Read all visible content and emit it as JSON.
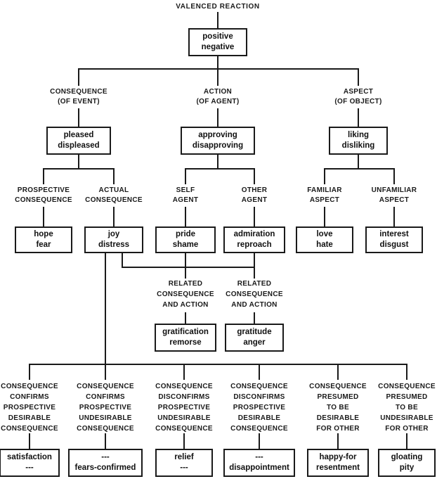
{
  "figure": {
    "root_label": "VALENCED REACTION",
    "colors": {
      "line": "#1a1a1a",
      "background": "#ffffff",
      "text": "#1a1a1a"
    },
    "labels": [
      {
        "id": "consequence-of-event",
        "lines": [
          "CONSEQUENCE",
          "(OF EVENT)"
        ]
      },
      {
        "id": "action-of-agent",
        "lines": [
          "ACTION",
          "(OF AGENT)"
        ]
      },
      {
        "id": "aspect-of-object",
        "lines": [
          "ASPECT",
          "(OF OBJECT)"
        ]
      },
      {
        "id": "prospective-consequence",
        "lines": [
          "PROSPECTIVE",
          "CONSEQUENCE"
        ]
      },
      {
        "id": "actual-consequence",
        "lines": [
          "ACTUAL",
          "CONSEQUENCE"
        ]
      },
      {
        "id": "self-agent",
        "lines": [
          "SELF",
          "AGENT"
        ]
      },
      {
        "id": "other-agent",
        "lines": [
          "OTHER",
          "AGENT"
        ]
      },
      {
        "id": "familiar-aspect",
        "lines": [
          "FAMILIAR",
          "ASPECT"
        ]
      },
      {
        "id": "unfamiliar-aspect",
        "lines": [
          "UNFAMILIAR",
          "ASPECT"
        ]
      },
      {
        "id": "related-consequence-action-self",
        "lines": [
          "RELATED",
          "CONSEQUENCE",
          "AND ACTION"
        ]
      },
      {
        "id": "related-consequence-action-other",
        "lines": [
          "RELATED",
          "CONSEQUENCE",
          "AND ACTION"
        ]
      },
      {
        "id": "confirms-desirable",
        "lines": [
          "CONSEQUENCE",
          "CONFIRMS",
          "PROSPECTIVE",
          "DESIRABLE",
          "CONSEQUENCE"
        ]
      },
      {
        "id": "confirms-undesirable",
        "lines": [
          "CONSEQUENCE",
          "CONFIRMS",
          "PROSPECTIVE",
          "UNDESIRABLE",
          "CONSEQUENCE"
        ]
      },
      {
        "id": "disconfirms-undesirable",
        "lines": [
          "CONSEQUENCE",
          "DISCONFIRMS",
          "PROSPECTIVE",
          "UNDESIRABLE",
          "CONSEQUENCE"
        ]
      },
      {
        "id": "disconfirms-desirable",
        "lines": [
          "CONSEQUENCE",
          "DISCONFIRMS",
          "PROSPECTIVE",
          "DESIRABLE",
          "CONSEQUENCE"
        ]
      },
      {
        "id": "presumed-desirable-for-other",
        "lines": [
          "CONSEQUENCE",
          "PRESUMED",
          "TO BE",
          "DESIRABLE",
          "FOR OTHER"
        ]
      },
      {
        "id": "presumed-undesirable-for-other",
        "lines": [
          "CONSEQUENCE",
          "PRESUMED",
          "TO BE",
          "UNDESIRABLE",
          "FOR OTHER"
        ]
      }
    ],
    "boxes": [
      {
        "id": "positive-negative",
        "lines": [
          "positive",
          "negative"
        ]
      },
      {
        "id": "pleased-displeased",
        "lines": [
          "pleased",
          "displeased"
        ]
      },
      {
        "id": "approving-disapproving",
        "lines": [
          "approving",
          "disapproving"
        ]
      },
      {
        "id": "liking-disliking",
        "lines": [
          "liking",
          "disliking"
        ]
      },
      {
        "id": "hope-fear",
        "lines": [
          "hope",
          "fear"
        ]
      },
      {
        "id": "joy-distress",
        "lines": [
          "joy",
          "distress"
        ]
      },
      {
        "id": "pride-shame",
        "lines": [
          "pride",
          "shame"
        ]
      },
      {
        "id": "admiration-reproach",
        "lines": [
          "admiration",
          "reproach"
        ]
      },
      {
        "id": "love-hate",
        "lines": [
          "love",
          "hate"
        ]
      },
      {
        "id": "interest-disgust",
        "lines": [
          "interest",
          "disgust"
        ]
      },
      {
        "id": "gratification-remorse",
        "lines": [
          "gratification",
          "remorse"
        ]
      },
      {
        "id": "gratitude-anger",
        "lines": [
          "gratitude",
          "anger"
        ]
      },
      {
        "id": "satisfaction",
        "lines": [
          "satisfaction",
          "---"
        ]
      },
      {
        "id": "fears-confirmed",
        "lines": [
          "---",
          "fears-confirmed"
        ]
      },
      {
        "id": "relief",
        "lines": [
          "relief",
          "---"
        ]
      },
      {
        "id": "disappointment",
        "lines": [
          "---",
          "disappointment"
        ]
      },
      {
        "id": "happy-for-resentment",
        "lines": [
          "happy-for",
          "resentment"
        ]
      },
      {
        "id": "gloating-pity",
        "lines": [
          "gloating",
          "pity"
        ]
      }
    ]
  }
}
